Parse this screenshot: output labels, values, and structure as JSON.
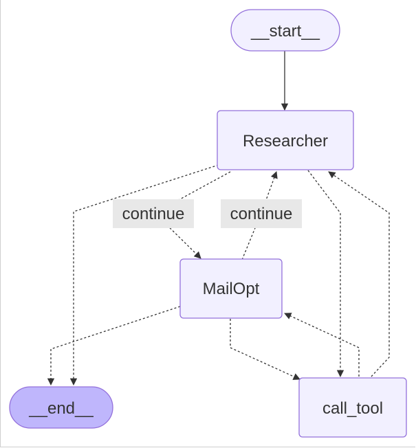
{
  "graph": {
    "nodes": {
      "start": "__start__",
      "researcher": "Researcher",
      "mailopt": "MailOpt",
      "end": "__end__",
      "call_tool": "call_tool"
    },
    "edge_labels": {
      "researcher_to_mailopt": "continue",
      "mailopt_to_researcher": "continue"
    }
  },
  "colors": {
    "node_fill": "#f2f0ff",
    "node_stroke": "#9370db",
    "terminal_fill": "#bfb6fc",
    "edge": "#333333",
    "label_bg": "#e8e8e8",
    "text": "#333333"
  }
}
